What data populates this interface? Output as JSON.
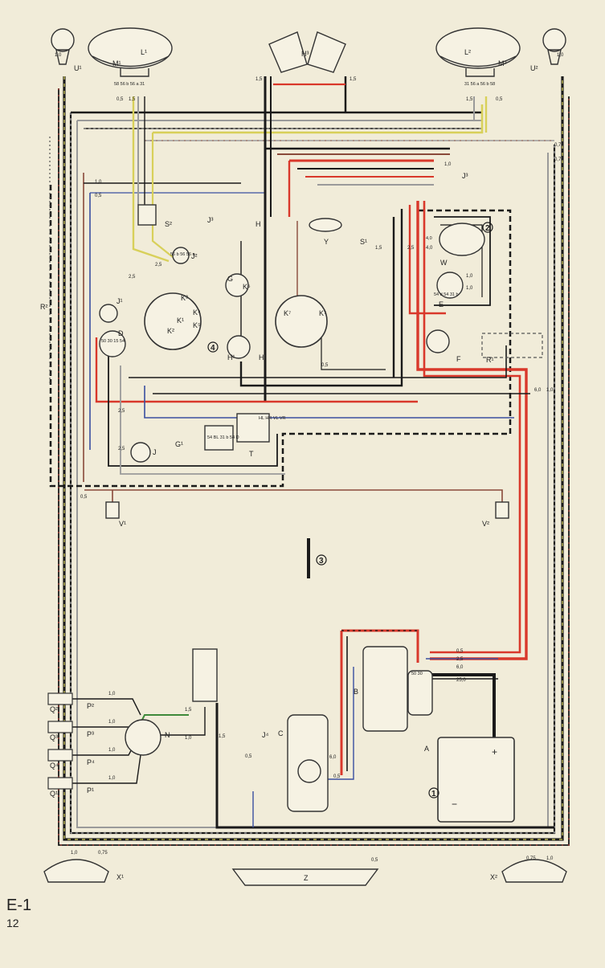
{
  "page": {
    "code": "E-1",
    "number": "12"
  },
  "colors": {
    "paper": "#f1ecd9",
    "black": "#1a1a1a",
    "red": "#d9382b",
    "yellow": "#d8d05a",
    "blue": "#3a4fa0",
    "green": "#3f8a3a",
    "brown": "#8a4a3a",
    "grey": "#9a9a9a",
    "white": "#ffffff"
  },
  "labels": {
    "U1": "U¹",
    "U2": "U²",
    "L1": "L¹",
    "L2": "L²",
    "M1": "M¹",
    "M2": "M²",
    "H3": "H³",
    "J3": "J³",
    "J3b": "J³",
    "S2": "S²",
    "J2": "J²",
    "R2": "R²",
    "J1": "J¹",
    "D": "D",
    "G": "G",
    "K1": "K¹",
    "K2": "K²",
    "K3": "K³",
    "K4": "K⁴",
    "K5": "K⁵",
    "K6": "K⁶",
    "K7": "K⁷",
    "K7b": "K⁷",
    "H1": "H¹",
    "H2": "H²",
    "H": "H",
    "Y": "Y",
    "S1": "S¹",
    "W": "W",
    "E": "E",
    "F": "F",
    "R1": "R¹",
    "G1": "G¹",
    "J": "J",
    "T": "T",
    "V1": "V¹",
    "V2": "V²",
    "N": "N",
    "B": "B",
    "C": "C",
    "J4": "J⁴",
    "A": "A",
    "X1": "X¹",
    "X2": "X²",
    "Z": "Z",
    "Q1": "Q¹",
    "Q2": "Q²",
    "Q3": "Q³",
    "Q4": "Q⁴",
    "P1": "P¹",
    "P2": "P²",
    "P3": "P³",
    "P4": "P⁴"
  },
  "markers": {
    "m1": "1",
    "m2": "2",
    "m3": "3",
    "m4": "4"
  },
  "wire_sizes": {
    "w10": "1,0",
    "w15": "1,5",
    "w05": "0,5",
    "w075": "0,75",
    "w25": "2,5",
    "w40": "4,0",
    "w60": "6,0",
    "w250": "25,0"
  },
  "terminals": {
    "lamp_left": "58 56 b 56 a 31",
    "lamp_right": "31 56 a 56 b 58",
    "switch_S2": "56 b 56 56 a",
    "fuse_block": "HL HR VL VR",
    "relay_T": "54 BL 31 b 54 D",
    "ignition": "50 30 15 54",
    "battery_plus": "+",
    "battery_minus": "−",
    "wiper": "54 d 54 31 b",
    "wiper_motor": "4,0",
    "starter": "50 30"
  }
}
